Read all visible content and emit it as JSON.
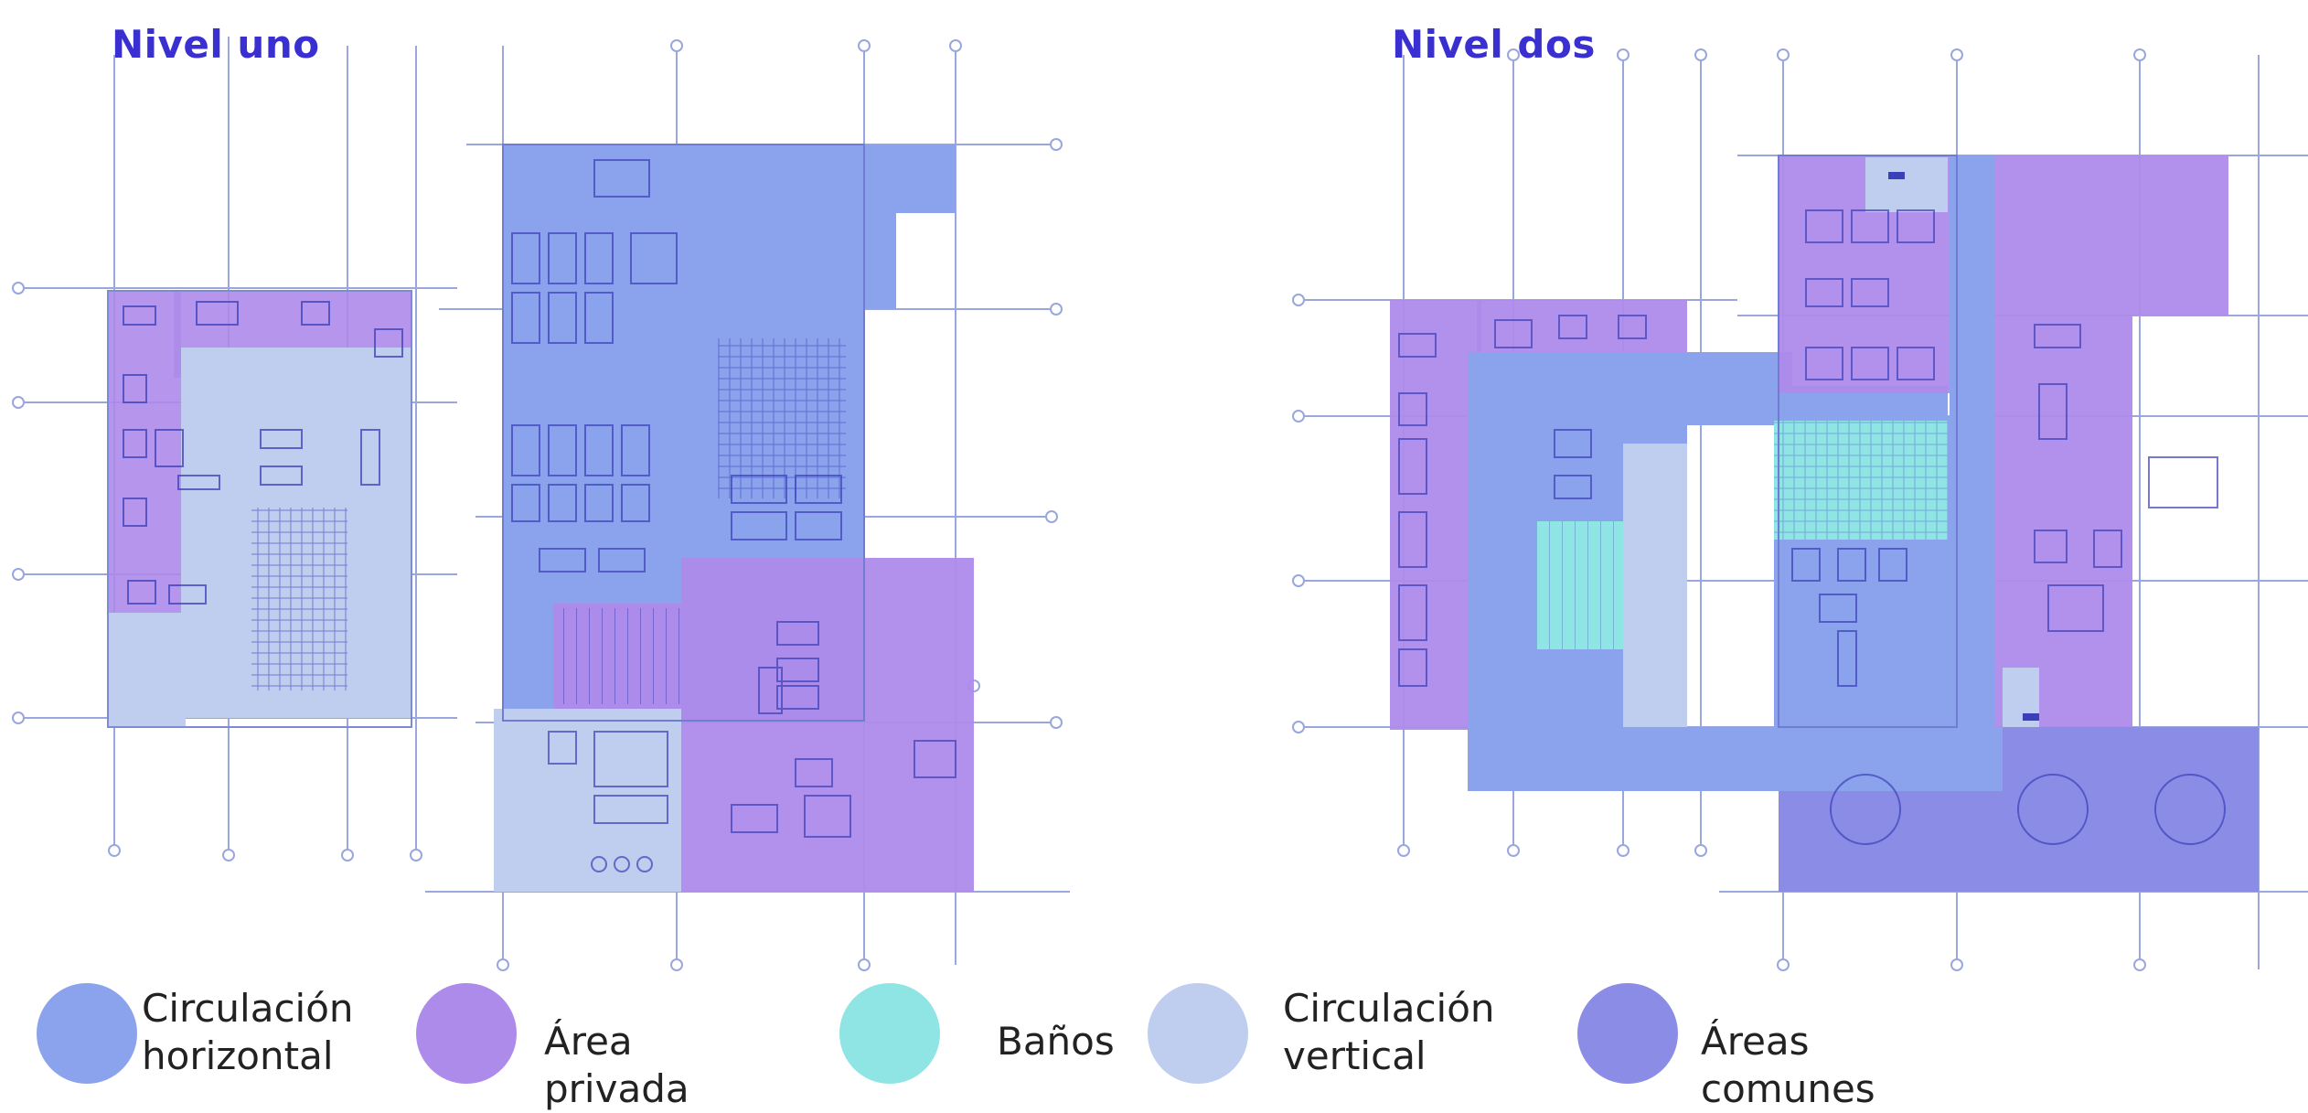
{
  "titles": {
    "level_one": "Nivel uno",
    "level_two": "Nivel dos"
  },
  "legend": [
    {
      "label": "Circulación\nhorizontal",
      "color": "#8aa3ec"
    },
    {
      "label": "Área privada",
      "color": "#ad8bea"
    },
    {
      "label": "Baños",
      "color": "#8fe4e4"
    },
    {
      "label": "Circulación\nvertical",
      "color": "#bfcdee"
    },
    {
      "label": "Áreas comunes",
      "color": "#8b8ce6"
    }
  ],
  "colors": {
    "title": "#3a2fd0",
    "grid_line": "#9aa6de",
    "circulacion_horizontal": "#8aa3ec",
    "area_privada": "#ad8bea",
    "banos": "#8fe4e4",
    "circulacion_vertical": "#bfcdee",
    "areas_comunes": "#8b8ce6",
    "fixture": "#3b3fb8"
  }
}
